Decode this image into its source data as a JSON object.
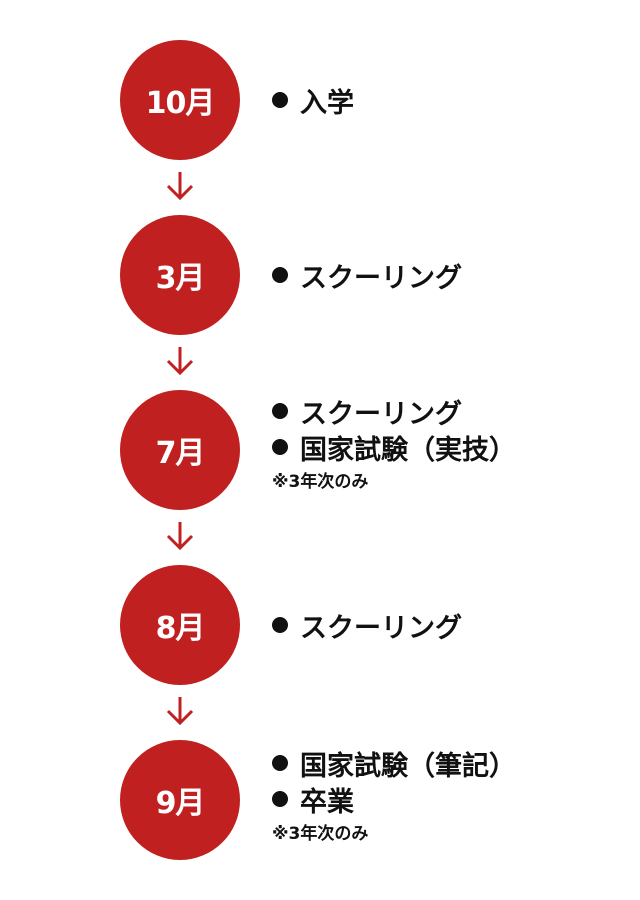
{
  "colors": {
    "accent": "#c0201f",
    "text": "#111111"
  },
  "steps": [
    {
      "month": "10月",
      "items": [
        "入学"
      ],
      "note": ""
    },
    {
      "month": "3月",
      "items": [
        "スクーリング"
      ],
      "note": ""
    },
    {
      "month": "7月",
      "items": [
        "スクーリング",
        "国家試験（実技）"
      ],
      "note": "※3年次のみ"
    },
    {
      "month": "8月",
      "items": [
        "スクーリング"
      ],
      "note": ""
    },
    {
      "month": "9月",
      "items": [
        "国家試験（筆記）",
        "卒業"
      ],
      "note": "※3年次のみ"
    }
  ],
  "icons": {
    "arrow": "arrow-down-icon",
    "bullet": "bullet-dot-icon"
  }
}
